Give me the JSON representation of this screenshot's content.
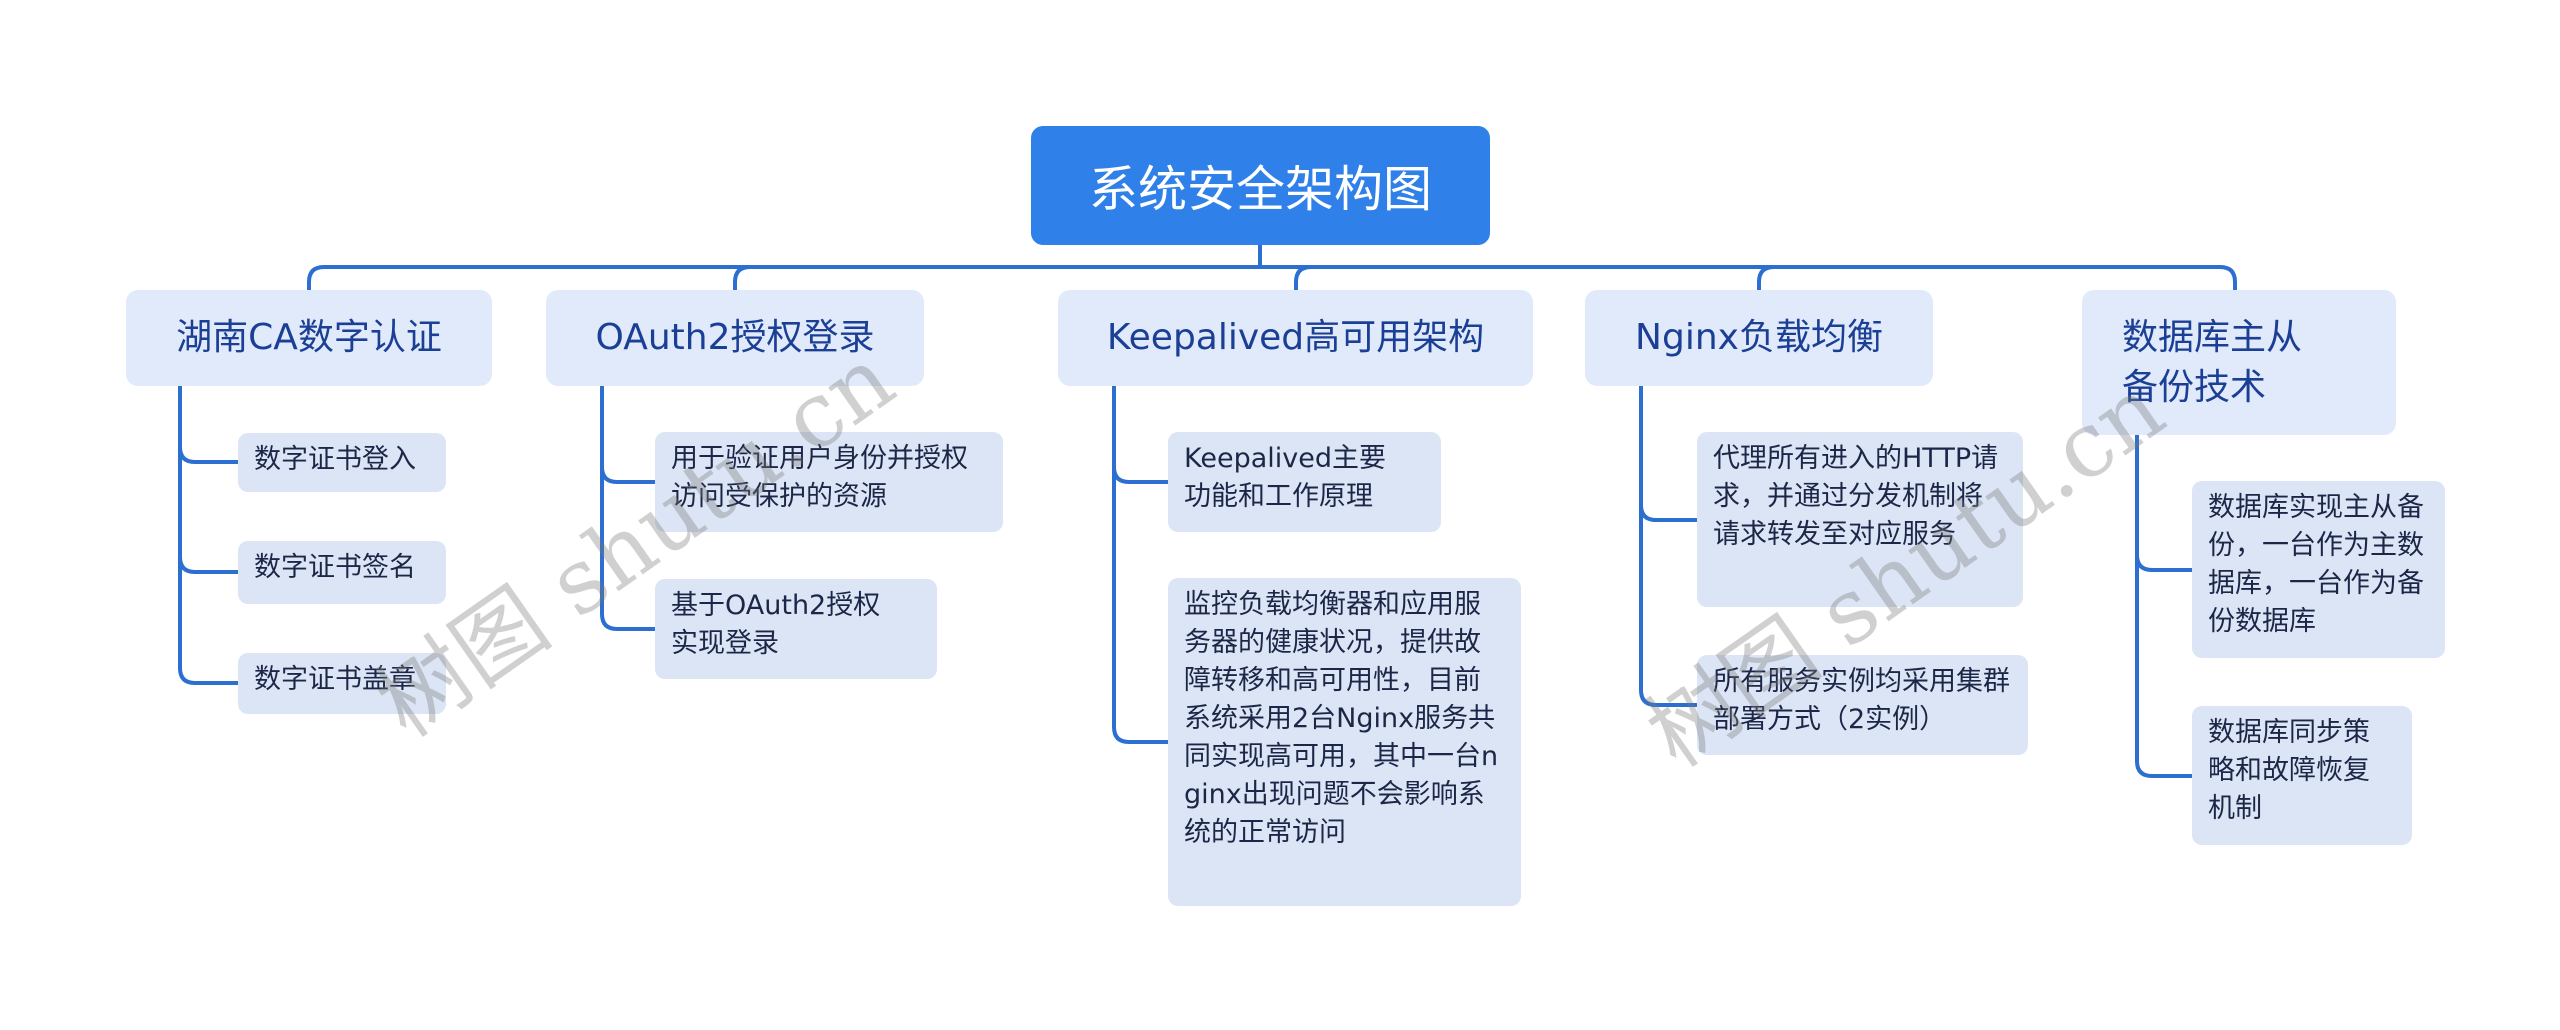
{
  "root": {
    "title": "系统安全架构图"
  },
  "branches": [
    {
      "title": "湖南CA数字认证",
      "children": [
        "数字证书登入",
        "数字证书签名",
        "数字证书盖章"
      ]
    },
    {
      "title": "OAuth2授权登录",
      "children": [
        "用于验证用户身份并授权访问受保护的资源",
        "基于OAuth2授权实现登录"
      ]
    },
    {
      "title": "Keepalived高可用架构",
      "children": [
        "Keepalived主要功能和工作原理",
        "监控负载均衡器和应用服务器的健康状况，提供故障转移和高可用性，目前系统采用2台Nginx服务共同实现高可用，其中一台nginx出现问题不会影响系统的正常访问"
      ]
    },
    {
      "title": "Nginx负载均衡",
      "children": [
        "代理所有进入的HTTP请求，并通过分发机制将请求转发至对应服务",
        "所有服务实例均采用集群部署方式（2实例）"
      ]
    },
    {
      "title": "数据库主从备份技术",
      "children": [
        "数据库实现主从备份，一台作为主数据库，一台作为备份数据库",
        "数据库同步策略和故障恢复机制"
      ]
    }
  ],
  "watermark": "树图 shutu.cn",
  "colors": {
    "root": "#2f80e8",
    "connector": "#2c6fd0",
    "branch_bg": "#e1eafb",
    "leaf_bg": "#dce5f5"
  }
}
